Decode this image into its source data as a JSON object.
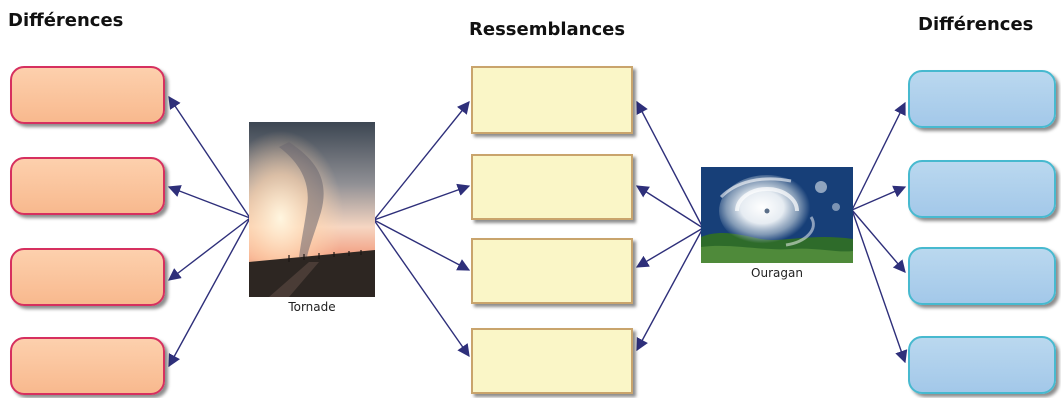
{
  "headings": {
    "left": "Différences",
    "middle": "Ressemblances",
    "right": "Différences"
  },
  "images": {
    "tornado_caption": "Tornade",
    "hurricane_caption": "Ouragan"
  },
  "colors": {
    "left_box_fill": "#f8b98e",
    "left_box_border": "#d6305f",
    "middle_box_fill": "#faf6c7",
    "middle_box_border": "#c9a46c",
    "right_box_fill": "#a3c8e9",
    "right_box_border": "#47b9cf",
    "arrow": "#2e2f7a"
  }
}
